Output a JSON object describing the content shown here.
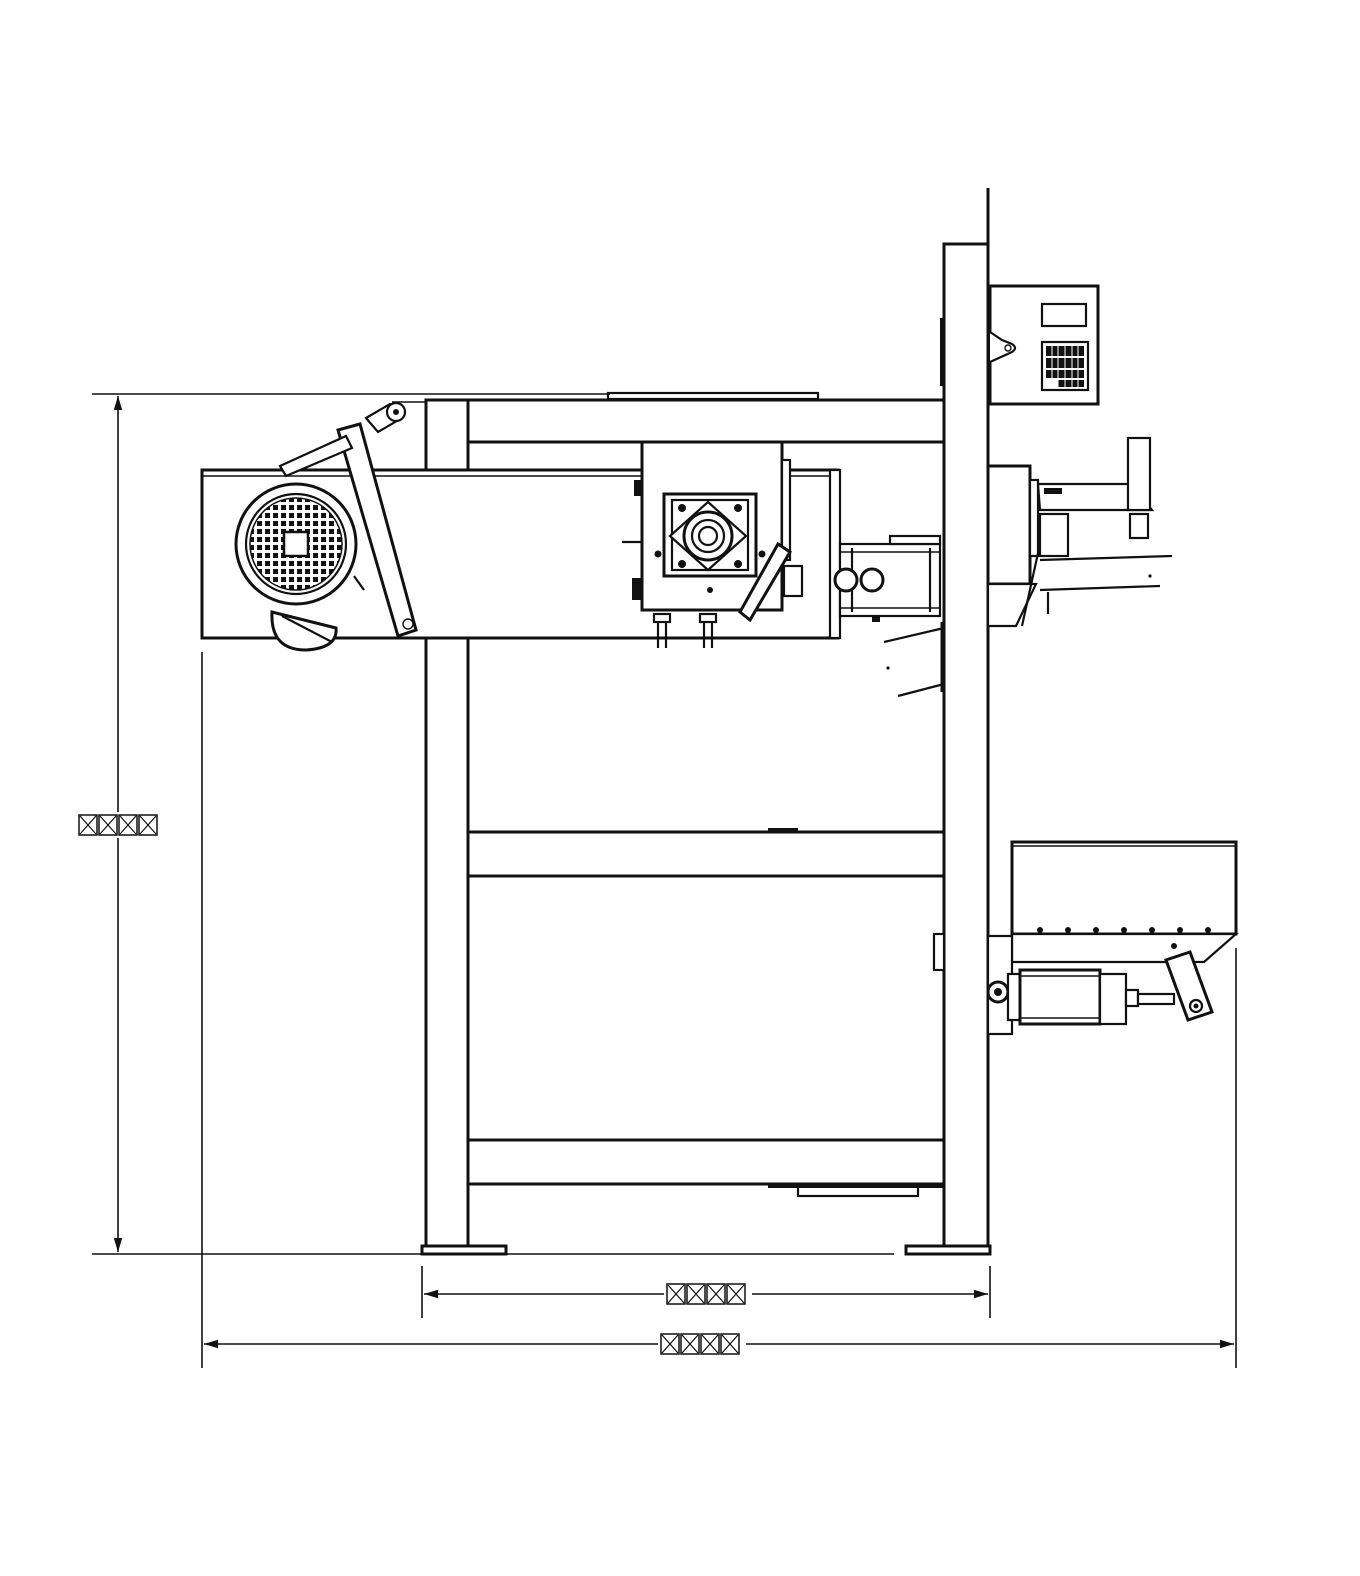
{
  "colors": {
    "line": "#111111",
    "background": "#ffffff"
  },
  "dimensions": {
    "height": {
      "placeholder_glyphs": 4
    },
    "frame_width": {
      "placeholder_glyphs": 4
    },
    "overall_width": {
      "placeholder_glyphs": 4
    }
  }
}
